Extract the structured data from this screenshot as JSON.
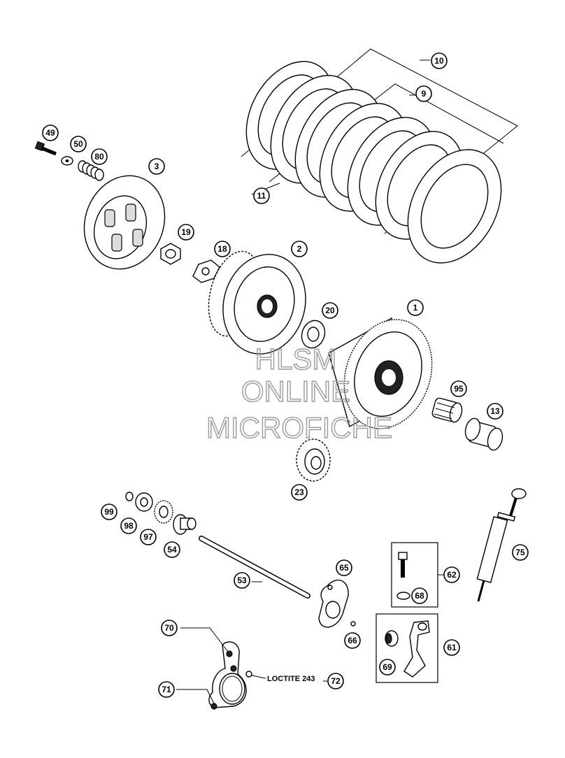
{
  "callouts": {
    "c10": "10",
    "c9": "9",
    "c11": "11",
    "c49": "49",
    "c50": "50",
    "c80": "80",
    "c3": "3",
    "c19": "19",
    "c18": "18",
    "c2": "2",
    "c20": "20",
    "c1": "1",
    "c95": "95",
    "c13": "13",
    "c23": "23",
    "c99": "99",
    "c98": "98",
    "c97": "97",
    "c54": "54",
    "c53": "53",
    "c65": "65",
    "c66": "66",
    "c62": "62",
    "c68": "68",
    "c75": "75",
    "c61": "61",
    "c69": "69",
    "c70": "70",
    "c71": "71",
    "c72": "72"
  },
  "loctite_label": "LOCTITE 243",
  "watermark": {
    "line1": "HLSM",
    "line2": "ONLINE",
    "line3": "MICROFICHE"
  }
}
